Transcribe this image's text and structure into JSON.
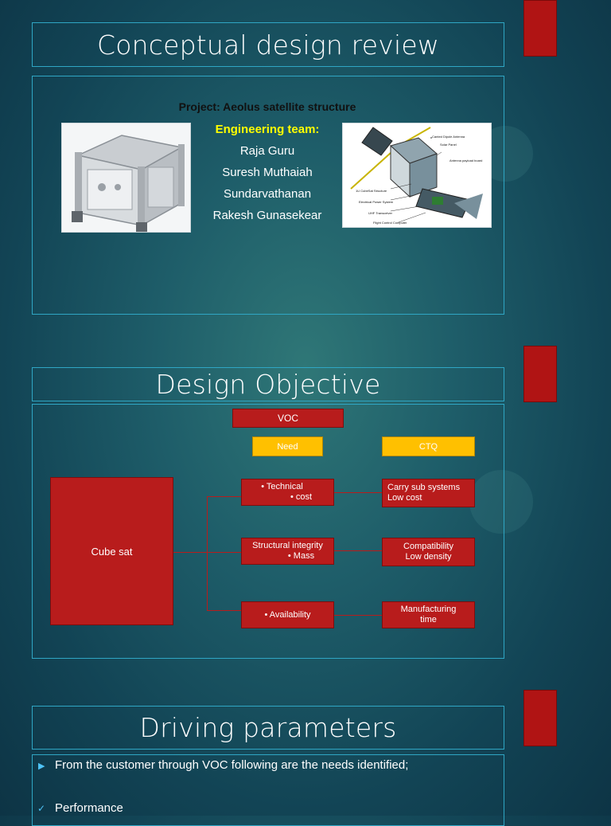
{
  "slide1": {
    "title": "Conceptual design review",
    "project": "Project: Aeolus satellite structure",
    "team_heading": "Engineering team:",
    "members": [
      "Raja Guru",
      "Suresh Muthaiah",
      "Sundarvathanan",
      "Rakesh Gunasekear"
    ],
    "diagram_labels": [
      "Canted Dipole Antenna",
      "Solar Panel",
      "Antenna payload board",
      "1U CubeSat Structure",
      "Electrical Power System",
      "UHF Transceiver",
      "Flight Control Computer"
    ]
  },
  "slide2": {
    "title": "Design Objective",
    "voc": "VOC",
    "need": "Need",
    "ctq": "CTQ",
    "cube": "Cube sat",
    "need_items": [
      {
        "l1": "•   Technical",
        "l2": "•   cost"
      },
      {
        "l1": "Structural integrity",
        "l2": "•   Mass"
      },
      {
        "l1": "•   Availability",
        "l2": ""
      }
    ],
    "ctq_items": [
      {
        "l1": "Carry sub systems",
        "l2": "Low cost"
      },
      {
        "l1": "Compatibility",
        "l2": "Low density"
      },
      {
        "l1": "Manufacturing",
        "l2": "time"
      }
    ]
  },
  "slide3": {
    "title": "Driving parameters",
    "bullet1": "From the customer through VOC following are the needs identified;",
    "bullet2": "Performance"
  },
  "colors": {
    "red": "#b81c1c",
    "yellow": "#ffc000",
    "border": "#2fa6c4",
    "team_heading": "#ffff00"
  }
}
